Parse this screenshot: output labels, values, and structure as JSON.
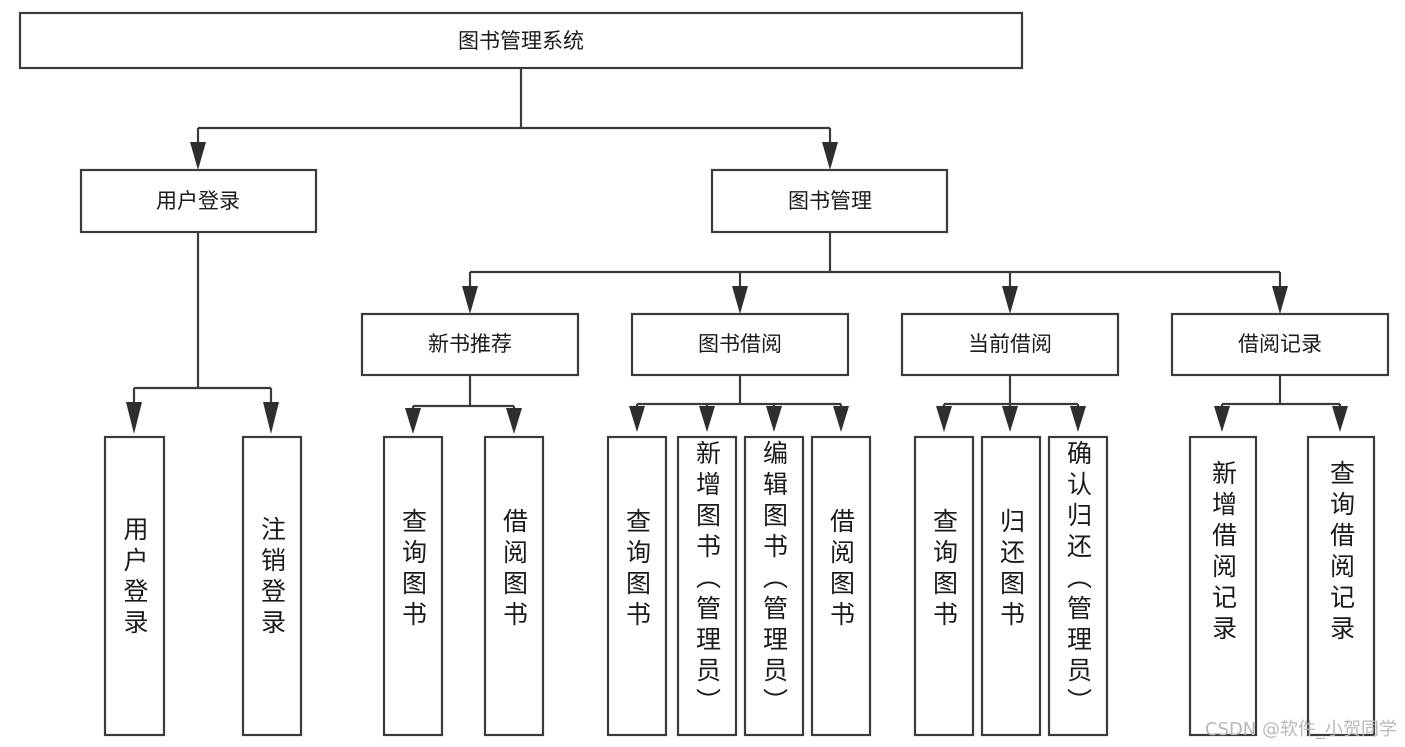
{
  "diagram": {
    "title": "图书管理系统",
    "watermark": "CSDN @软件_小贺同学",
    "levels": {
      "root": {
        "label": "图书管理系统"
      },
      "level1": [
        {
          "id": "user-login",
          "label": "用户登录"
        },
        {
          "id": "book-manage",
          "label": "图书管理"
        }
      ],
      "level2": [
        {
          "id": "new-book-recommend",
          "label": "新书推荐"
        },
        {
          "id": "book-borrow",
          "label": "图书借阅"
        },
        {
          "id": "current-borrow",
          "label": "当前借阅"
        },
        {
          "id": "borrow-record",
          "label": "借阅记录"
        }
      ],
      "leaves": [
        {
          "id": "leaf-user-login",
          "label": "用户登录",
          "parent": "user-login"
        },
        {
          "id": "leaf-logout-login",
          "label": "注销登录",
          "parent": "user-login"
        },
        {
          "id": "leaf-query-book-1",
          "label": "查询图书",
          "parent": "new-book-recommend"
        },
        {
          "id": "leaf-borrow-book-1",
          "label": "借阅图书",
          "parent": "new-book-recommend"
        },
        {
          "id": "leaf-query-book-2",
          "label": "查询图书",
          "parent": "book-borrow"
        },
        {
          "id": "leaf-add-book",
          "label": "新增图书（管理员）",
          "parent": "book-borrow"
        },
        {
          "id": "leaf-edit-book",
          "label": "编辑图书（管理员）",
          "parent": "book-borrow"
        },
        {
          "id": "leaf-borrow-book-2",
          "label": "借阅图书",
          "parent": "book-borrow"
        },
        {
          "id": "leaf-query-book-3",
          "label": "查询图书",
          "parent": "current-borrow"
        },
        {
          "id": "leaf-return-book",
          "label": "归还图书",
          "parent": "current-borrow"
        },
        {
          "id": "leaf-confirm-return",
          "label": "确认归还（管理员）",
          "parent": "current-borrow"
        },
        {
          "id": "leaf-add-record",
          "label": "新增借阅记录",
          "parent": "borrow-record"
        },
        {
          "id": "leaf-query-record",
          "label": "查询借阅记录",
          "parent": "borrow-record"
        }
      ]
    },
    "colors": {
      "stroke": "#3b3b3b",
      "text": "#1b1b1b",
      "background": "#ffffff",
      "watermark": "#b8b8b8"
    }
  }
}
